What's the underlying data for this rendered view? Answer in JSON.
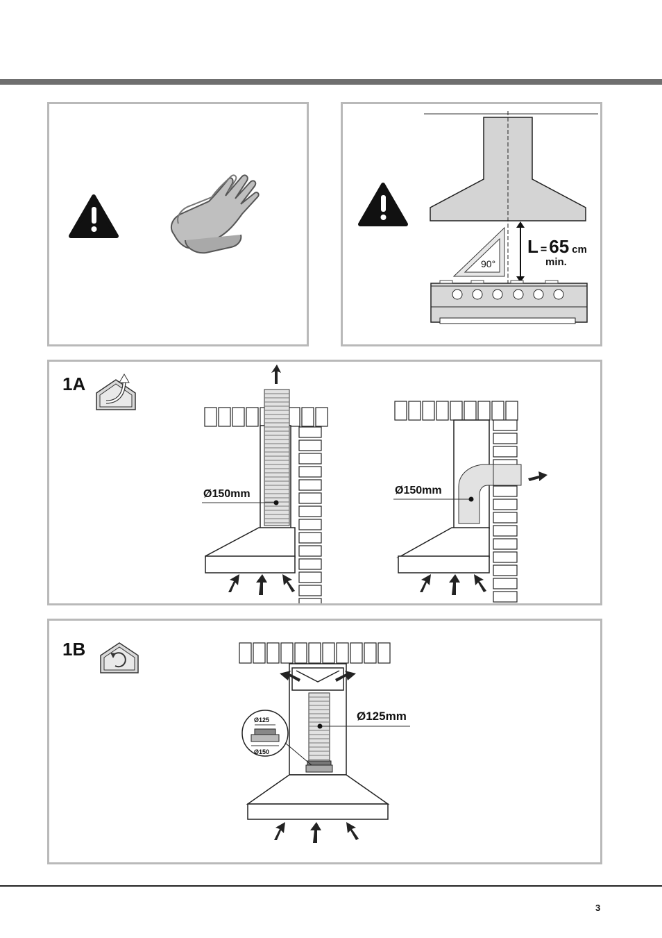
{
  "panel_top_right": {
    "angle_label": "90°",
    "distance_letter": "L",
    "distance_eq": "=",
    "distance_value": "65",
    "distance_unit": "cm",
    "distance_note": "min."
  },
  "panel_1a": {
    "label": "1A",
    "left_diameter": "Ø150mm",
    "right_diameter": "Ø150mm"
  },
  "panel_1b": {
    "label": "1B",
    "diameter": "Ø125mm",
    "adapter_top": "Ø125",
    "adapter_bottom": "Ø150"
  },
  "page_number": "3"
}
